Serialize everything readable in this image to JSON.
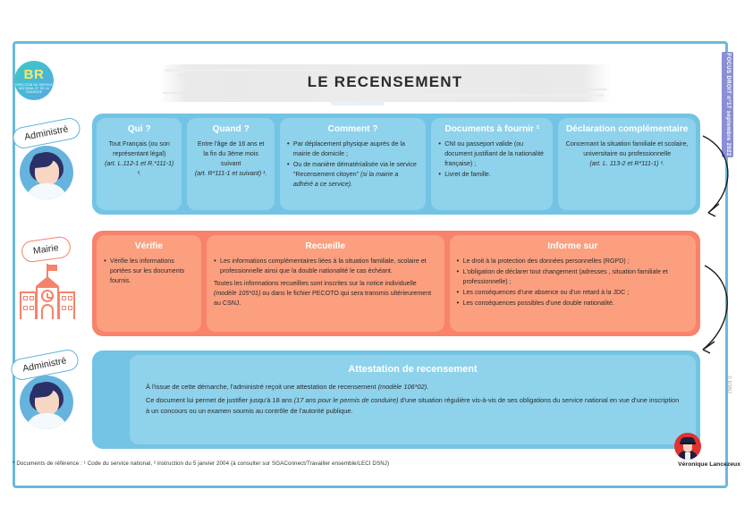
{
  "brand": {
    "logo_text": "BR",
    "logo_sub": "DIRECTION DU SERVICE NATIONAL ET DE LA JEUNESSE"
  },
  "header": {
    "title": "LE RECENSEMENT",
    "vertical_tab": "FOCUS DROIT n°17 septembre 2022",
    "side_credit": "© DSNJ"
  },
  "colors": {
    "blue_row": "#73c4e4",
    "blue_card": "#8fd2ec",
    "coral_row": "#f8826c",
    "coral_card": "#fb9f7f",
    "frame": "#6cb8dd",
    "purple_tab": "#8a8fd4",
    "author_badge": "#e0322f"
  },
  "actors": {
    "administre_top": "Administré",
    "mairie": "Mairie",
    "administre_bottom": "Administré"
  },
  "row_administre": {
    "cards": [
      {
        "title": "Qui ?",
        "align": "center",
        "paragraphs": [
          "Tout Français (ou son représentant légal)"
        ],
        "italic": "(art. L.112-1 et R.*111-1) ¹."
      },
      {
        "title": "Quand ?",
        "align": "center",
        "paragraphs": [
          "Entre l'âge de 16 ans et la fin du 3ème mois suivant"
        ],
        "italic": "(art. R*111-1 et suivant) ¹."
      },
      {
        "title": "Comment ?",
        "align": "left",
        "bullets": [
          "Par déplacement physique auprès de la mairie de domicile ;",
          "Ou de manière dématérialisée via le service \"Recensement citoyen\""
        ],
        "bullet_italic_tail": "(si la mairie a adhéré a ce service).",
        "italic": ""
      },
      {
        "title": "Documents à fournir ²",
        "align": "left",
        "bullets": [
          "CNI ou passeport valide (ou document justifiant de la nationalité française) ;",
          "Livret de famille."
        ],
        "italic": ""
      },
      {
        "title": "Déclaration complémentaire",
        "align": "center",
        "paragraphs": [
          "Concernant la situation familiale et scolaire, universitaire ou professionnelle"
        ],
        "italic": "(art. L. 113-2 et R*111-1) ¹."
      }
    ]
  },
  "row_mairie": {
    "cards": [
      {
        "title": "Vérifie",
        "bullets": [
          "Vérifie les informations portées sur les documents fournis."
        ]
      },
      {
        "title": "Recueille",
        "bullets": [
          "Les informations complémentaires liées à la situation familiale, scolaire et professionnelle ainsi que la double nationalité le cas échéant."
        ],
        "paragraph_pre": "Toutes les informations recueillies sont inscrites sur la notice individuelle ",
        "paragraph_italic": "(modèle 105*01)",
        "paragraph_post": " ou dans le fichier PECOTO qui sera transmis ultérieurement au CSNJ."
      },
      {
        "title": "Informe sur",
        "bullets": [
          "Le droit à la protection des données personnelles (RGPD) ;",
          "L'obligation de déclarer tout changement (adresses , situation familiale et professionnelle) ;",
          "Les conséquences d'une absence ou d'un retard à la JDC ;",
          "Les conséquences possibles d'une double nationalité."
        ]
      }
    ]
  },
  "row_attestation": {
    "title": "Attestation de recensement",
    "line1_pre": "À l'issue de cette démarche, l'administré reçoit une attestation de recensement ",
    "line1_italic": "(modèle 106*02)",
    "line1_post": ".",
    "line2_pre": "Ce document lui permet de justifier jusqu'à 18 ans ",
    "line2_italic": "(17 ans pour le permis de conduire)",
    "line2_post": " d'une situation régulière vis-à-vis de ses obligations du service national en vue d'une inscription à un concours ou un examen soumis au contrôle de l'autorité publique."
  },
  "footer": {
    "note": "* Documents de référence : ¹ Code du service national, ² instruction du 5 janvier 2004 (à consulter sur SGAConnect/Travailler ensemble/LECI DSNJ)",
    "author": "Véronique Lancezeux"
  }
}
